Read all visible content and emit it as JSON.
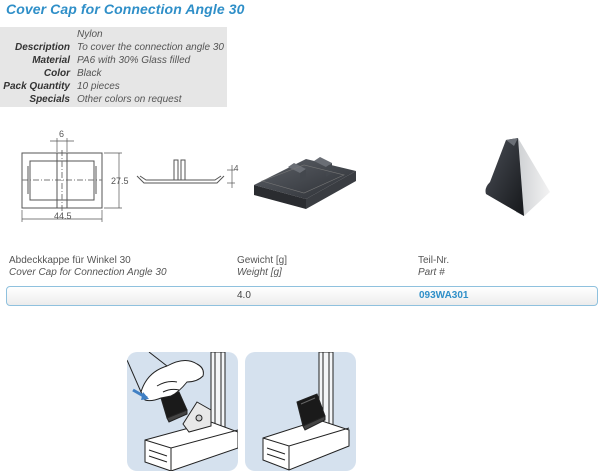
{
  "title": "Cover Cap for Connection Angle 30",
  "specs": [
    {
      "label": "",
      "value": "Nylon"
    },
    {
      "label": "Description",
      "value": "To cover the connection angle 30"
    },
    {
      "label": "Material",
      "value": "PA6 with 30% Glass filled"
    },
    {
      "label": "Color",
      "value": "Black"
    },
    {
      "label": "Pack Quantity",
      "value": "10 pieces"
    },
    {
      "label": "Specials",
      "value": "Other colors on request"
    }
  ],
  "drawing": {
    "dim_width_top": "6",
    "dim_height": "27.5",
    "dim_width_bottom": "44.5",
    "dim_side": "4"
  },
  "table": {
    "headers": [
      {
        "de": "Abdeckkappe für Winkel 30",
        "en": "Cover Cap for Connection Angle 30"
      },
      {
        "de": "Gewicht [g]",
        "en": "Weight [g]"
      },
      {
        "de": "Teil-Nr.",
        "en": "Part #"
      }
    ],
    "row": {
      "weight": "4.0",
      "part_no": "093WA301"
    }
  },
  "colors": {
    "accent": "#2f8fc8",
    "spec_bg": "#e6e6e6",
    "panel_bg": "#d5e1ee"
  }
}
